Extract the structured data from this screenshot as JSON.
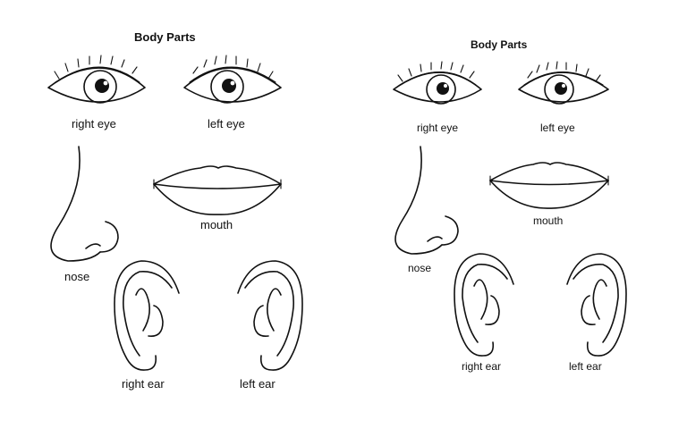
{
  "sheets": [
    {
      "title": "Body Parts",
      "labels": {
        "right_eye": "right eye",
        "left_eye": "left eye",
        "mouth": "mouth",
        "nose": "nose",
        "right_ear": "right ear",
        "left_ear": "left ear"
      }
    },
    {
      "title": "Body Parts",
      "labels": {
        "right_eye": "right eye",
        "left_eye": "left eye",
        "mouth": "mouth",
        "nose": "nose",
        "right_ear": "right ear",
        "left_ear": "left ear"
      }
    }
  ]
}
